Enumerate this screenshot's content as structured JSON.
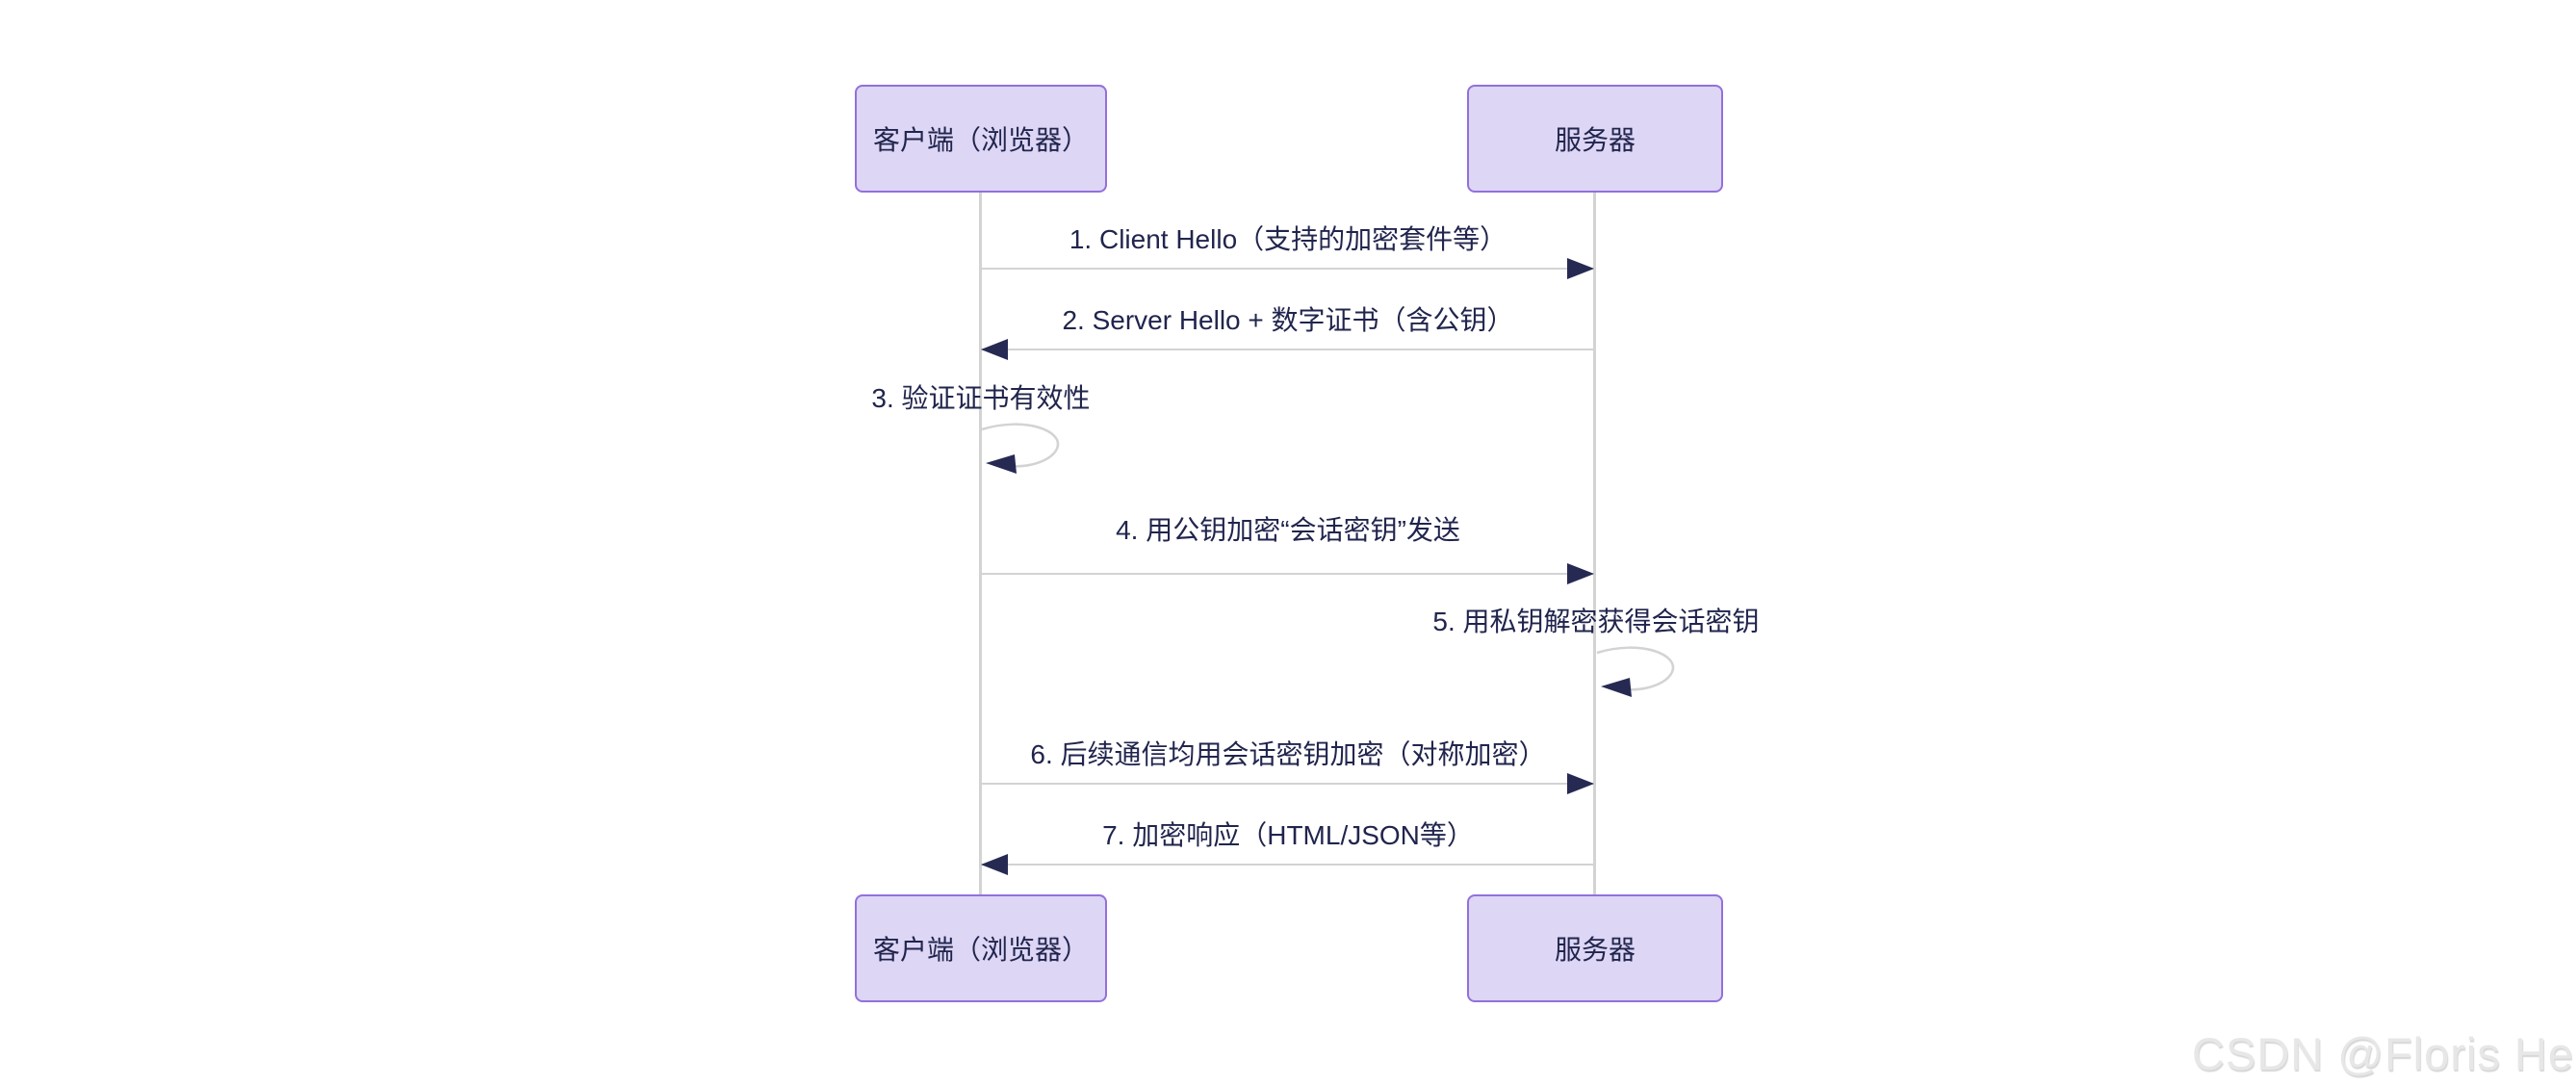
{
  "diagram": {
    "title_hint": "HTTPS/TLS handshake sequence diagram",
    "actors": [
      {
        "id": "client",
        "label": "客户端（浏览器）"
      },
      {
        "id": "server",
        "label": "服务器"
      }
    ],
    "messages": [
      {
        "num": 1,
        "label": "1. Client Hello（支持的加密套件等）",
        "from": "client",
        "to": "server",
        "kind": "arrow"
      },
      {
        "num": 2,
        "label": "2. Server Hello + 数字证书（含公钥）",
        "from": "server",
        "to": "client",
        "kind": "arrow"
      },
      {
        "num": 3,
        "label": "3. 验证证书有效性",
        "from": "client",
        "to": "client",
        "kind": "self-loop"
      },
      {
        "num": 4,
        "label": "4. 用公钥加密“会话密钥”发送",
        "from": "client",
        "to": "server",
        "kind": "arrow"
      },
      {
        "num": 5,
        "label": "5. 用私钥解密获得会话密钥",
        "from": "server",
        "to": "server",
        "kind": "self-loop"
      },
      {
        "num": 6,
        "label": "6. 后续通信均用会话密钥加密（对称加密）",
        "from": "client",
        "to": "server",
        "kind": "arrow"
      },
      {
        "num": 7,
        "label": "7. 加密响应（HTML/JSON等）",
        "from": "server",
        "to": "client",
        "kind": "arrow"
      }
    ],
    "colors": {
      "actor_fill": "#ddd6f5",
      "actor_border": "#9370db",
      "text": "#21254d",
      "line": "#d3d3d3",
      "arrowhead": "#262a53",
      "background": "#ffffff"
    }
  },
  "watermark": {
    "text": "CSDN @Floris He",
    "color": "#e7e7e7"
  }
}
